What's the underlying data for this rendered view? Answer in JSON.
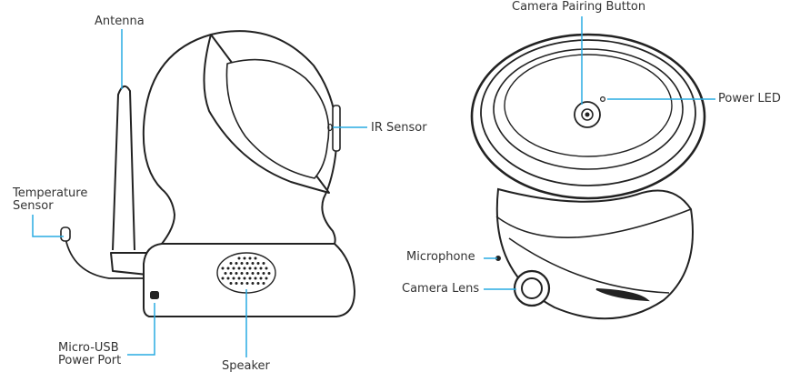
{
  "diagram": {
    "accent_color": "#29abe2",
    "outline_color": "#222222",
    "left_view": {
      "antenna": "Antenna",
      "ir_sensor": "IR Sensor",
      "temperature_sensor": [
        "Temperature",
        "Sensor"
      ],
      "micro_usb": [
        "Micro-USB",
        "Power Port"
      ],
      "speaker": "Speaker"
    },
    "right_view": {
      "pairing_button": "Camera Pairing Button",
      "power_led": "Power LED",
      "microphone": "Microphone",
      "camera_lens": "Camera Lens"
    }
  }
}
